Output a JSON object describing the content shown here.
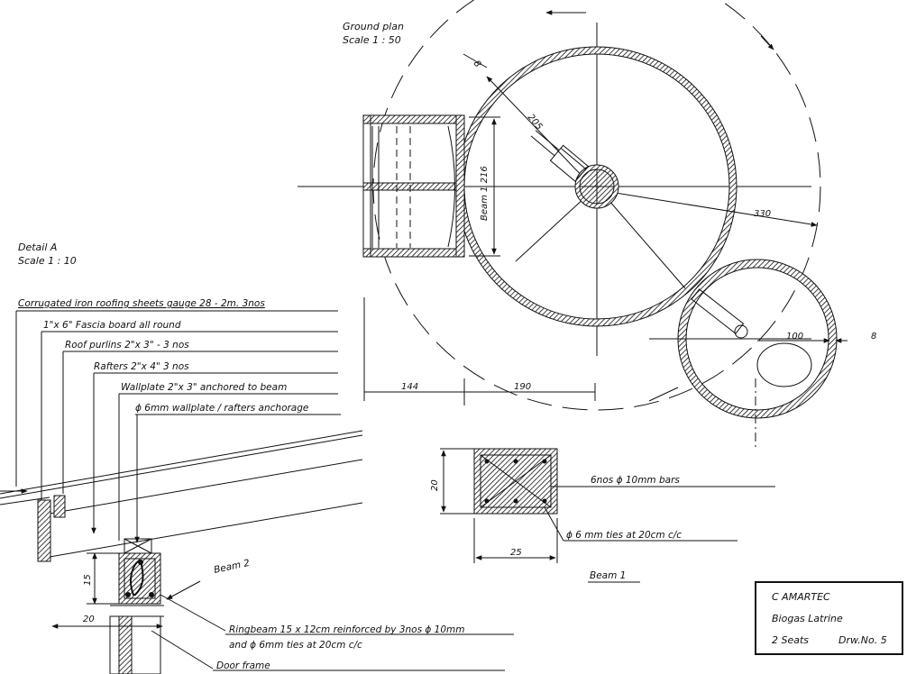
{
  "ground_plan": {
    "title": "Ground plan",
    "scale": "Scale 1 : 50",
    "dim_wall": "8",
    "dim_radius": "205",
    "dim_outer": "330",
    "dim_beam": "Beam 1 216",
    "dim_small": "100",
    "dim_small_wall": "8",
    "dim_a": "144",
    "dim_b": "190"
  },
  "detail": {
    "title": "Detail  A",
    "scale": "Scale 1 : 10",
    "labels": [
      "Corrugated  iron roofing  sheets  gauge  28  -  2m. 3nos",
      "1\"x 6\"  Fascia  board  all  round",
      "Roof  purlins  2\"x 3\"  -  3 nos",
      "Rafters  2\"x 4\"   3 nos",
      "Wallplate  2\"x 3\"  anchored  to  beam",
      "ϕ 6mm  wallplate / rafters anchorage"
    ],
    "beam2": "Beam 2",
    "dim_height": "15",
    "dim_width": "20",
    "ringbeam_1": "Ringbeam  15 x 12cm  reinforced  by  3nos ϕ 10mm",
    "ringbeam_2": "and  ϕ 6mm   ties at  20cm  c/c",
    "door_frame": "Door frame"
  },
  "beam_section": {
    "dim_height": "20",
    "dim_width": "25",
    "bars": "6nos  ϕ 10mm  bars",
    "ties": "ϕ 6 mm  ties  at  20cm  c/c",
    "caption": "Beam  1"
  },
  "title_block": {
    "org": "C AMARTEC",
    "project": "Biogas   Latrine",
    "seats": "2  Seats",
    "drawing_no": "Drw.No. 5"
  }
}
